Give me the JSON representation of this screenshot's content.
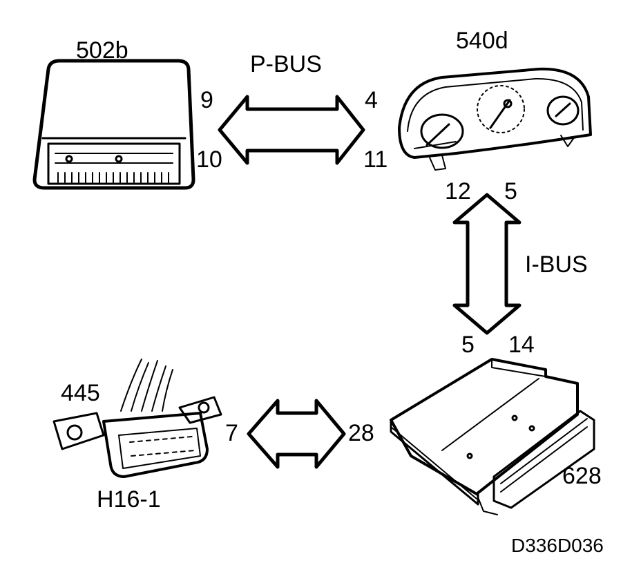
{
  "labels": {
    "module_502b": "502b",
    "module_540d": "540d",
    "module_445": "445",
    "module_h16": "H16-1",
    "module_628": "628",
    "pbus": "P-BUS",
    "ibus": "I-BUS",
    "pin_9": "9",
    "pin_10": "10",
    "pin_4": "4",
    "pin_11": "11",
    "pin_12": "12",
    "pin_5_top": "5",
    "pin_5_bottom": "5",
    "pin_14": "14",
    "pin_7": "7",
    "pin_28": "28",
    "figure_code": "D336D036"
  },
  "colors": {
    "ink": "#000000",
    "paper": "#ffffff"
  }
}
